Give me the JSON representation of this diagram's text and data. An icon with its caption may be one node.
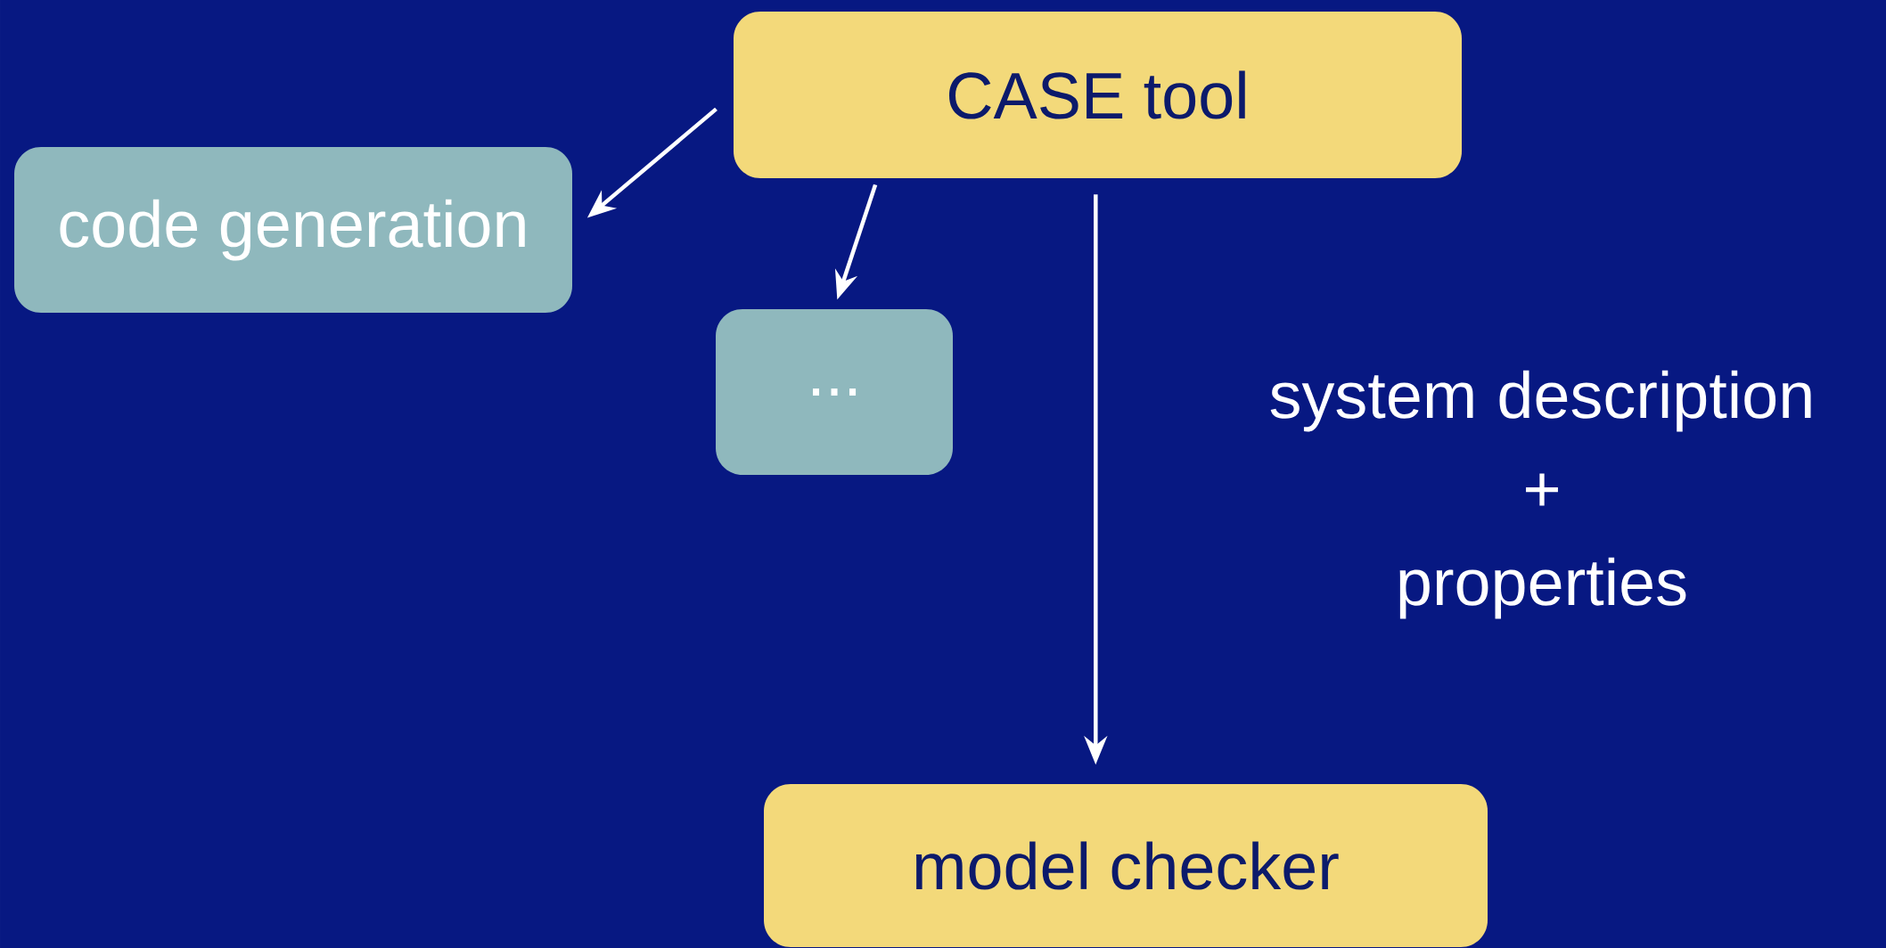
{
  "diagram": {
    "nodes": [
      {
        "text": [
          "CASE tool"
        ]
      },
      {
        "text": [
          "code generation"
        ]
      },
      {
        "text": [
          "..."
        ]
      },
      {
        "text": [
          "model checker"
        ]
      }
    ],
    "edges": [
      {
        "from": 0,
        "to": 1,
        "arrow": "to"
      },
      {
        "from": 0,
        "to": 2,
        "arrow": "to"
      },
      {
        "from": 0,
        "to": 3,
        "arrow": "to",
        "label": "system description + properties"
      }
    ]
  }
}
